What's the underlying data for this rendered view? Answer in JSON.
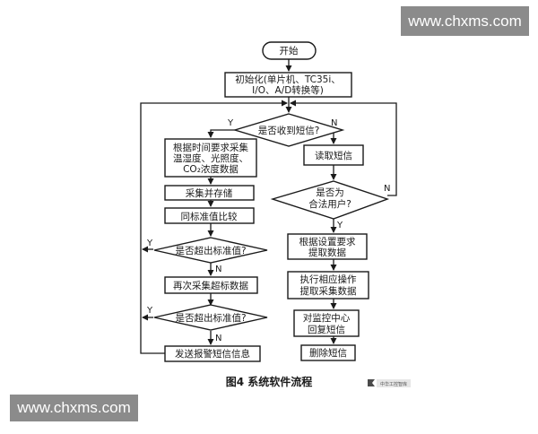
{
  "watermark_top": "www.chxms.com",
  "watermark_bottom": "www.chxms.com",
  "flowchart": {
    "start": "开始",
    "init_line1": "初始化(单片机、TC35i、",
    "init_line2": "I/O、A/D转换等)",
    "decision_sms": "是否收到短信?",
    "collect_line1": "根据时间要求采集",
    "collect_line2": "温湿度、光照度、",
    "collect_line3": "CO₂浓度数据",
    "store": "采集并存储",
    "compare": "同标准值比较",
    "decision_exceed1": "是否超出标准值?",
    "recollect": "再次采集超标数据",
    "decision_exceed2": "是否超出标准值?",
    "send_alarm": "发送报警短信信息",
    "read_sms": "读取短信",
    "decision_user_line1": "是否为",
    "decision_user_line2": "合法用户?",
    "extract_line1": "根据设置要求",
    "extract_line2": "提取数据",
    "execute_line1": "执行相应操作",
    "execute_line2": "提取采集数据",
    "reply_line1": "对监控中心",
    "reply_line2": "回复短信",
    "delete_sms": "删除短信",
    "yes": "Y",
    "no": "N"
  },
  "caption": "图4   系统软件流程",
  "publisher_logo_text": "中华工控智库"
}
